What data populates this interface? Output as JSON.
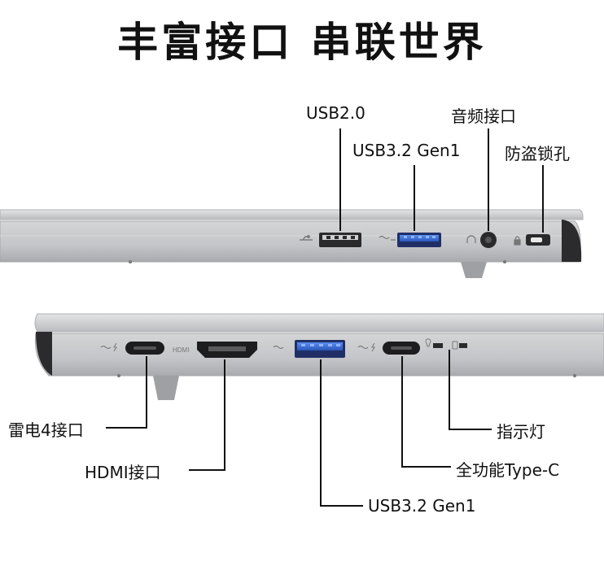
{
  "title": "丰富接口 串联世界",
  "top_side": {
    "labels": {
      "usb20": "USB2.0",
      "usb32": "USB3.2 Gen1",
      "audio": "音频接口",
      "lock": "防盗锁孔"
    }
  },
  "bottom_side": {
    "labels": {
      "thunderbolt": "雷电4接口",
      "hdmi": "HDMI接口",
      "usb32": "USB3.2 Gen1",
      "indicator": "指示灯",
      "typec": "全功能Type-C"
    },
    "port_marks": {
      "hdmi": "HDMI"
    }
  },
  "colors": {
    "chassis": "#c9cacc",
    "chassis_dark": "#9ea0a3",
    "usb_blue": "#3a6fd8",
    "port_black": "#1a1a1a",
    "leader_line": "#111111"
  }
}
